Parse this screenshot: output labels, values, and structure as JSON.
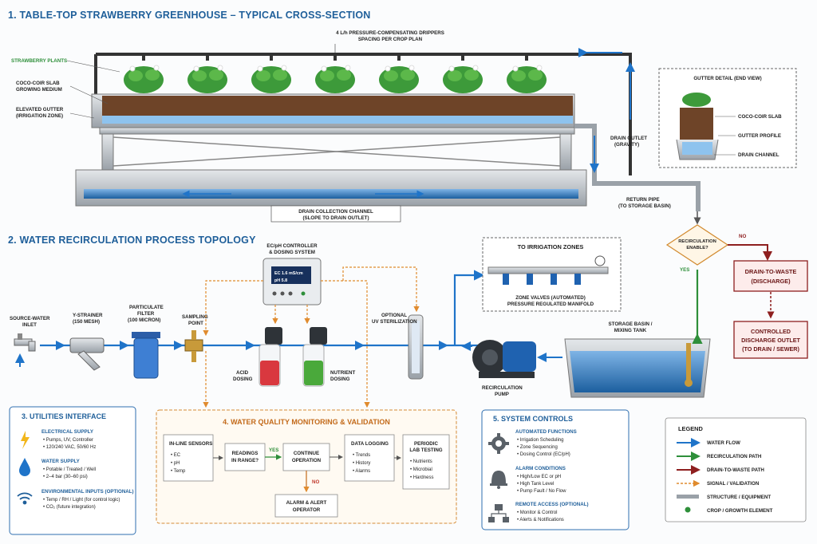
{
  "section1": {
    "title": "1. TABLE-TOP STRAWBERRY GREENHOUSE – TYPICAL CROSS-SECTION",
    "drippers_line1": "4 L/h PRESSURE-COMPENSATING DRIPPERS",
    "drippers_line2": "SPACING PER CROP PLAN",
    "strawberry_plants": "STRAWBERRY PLANTS",
    "coco_line1": "COCO-COIR SLAB",
    "coco_line2": "GROWING MEDIUM",
    "gutter_line1": "ELEVATED GUTTER",
    "gutter_line2": "(IRRIGATION ZONE)",
    "drain_channel_line1": "DRAIN COLLECTION CHANNEL",
    "drain_channel_line2": "(SLOPE TO DRAIN OUTLET)",
    "drain_outlet_line1": "DRAIN OUTLET",
    "drain_outlet_line2": "(GRAVITY)",
    "return_line1": "RETURN PIPE",
    "return_line2": "(TO STORAGE BASIN)",
    "gutter_detail": {
      "title": "GUTTER DETAIL (END VIEW)",
      "coco": "COCO-COIR SLAB",
      "profile": "GUTTER PROFILE",
      "channel": "DRAIN CHANNEL"
    }
  },
  "section2": {
    "title": "2. WATER RECIRCULATION PROCESS TOPOLOGY",
    "source_line1": "SOURCE-WATER",
    "source_line2": "INLET",
    "ystrainer_line1": "Y-STRAINER",
    "ystrainer_line2": "(150 MESH)",
    "filter_line1": "PARTICULATE",
    "filter_line2": "FILTER",
    "filter_line3": "(100 MICRON)",
    "sampling_line1": "SAMPLING",
    "sampling_line2": "POINT",
    "controller_line1": "EC/pH CONTROLLER",
    "controller_line2": "& DOSING SYSTEM",
    "display_ec": "EC  1.6 mS/cm",
    "display_ph": "pH  5.8",
    "acid_line1": "ACID",
    "acid_line2": "DOSING",
    "nutrient_line1": "NUTRIENT",
    "nutrient_line2": "DOSING",
    "uv_line1": "OPTIONAL",
    "uv_line2": "UV STERILIZATION",
    "pump_line1": "RECIRCULATION",
    "pump_line2": "PUMP",
    "basin_line1": "STORAGE BASIN /",
    "basin_line2": "MIXING TANK",
    "zones_title": "TO IRRIGATION ZONES",
    "zones_line1": "ZONE VALVES (AUTOMATED)",
    "zones_line2": "PRESSURE REGULATED MANIFOLD",
    "decision_line1": "RECIRCULATION",
    "decision_line2": "ENABLE?",
    "no": "NO",
    "yes": "YES",
    "drain_waste_line1": "DRAIN-TO-WASTE",
    "drain_waste_line2": "(DISCHARGE)",
    "controlled_line1": "CONTROLLED",
    "controlled_line2": "DISCHARGE OUTLET",
    "controlled_line3": "(TO DRAIN / SEWER)"
  },
  "utilities": {
    "title": "3. UTILITIES INTERFACE",
    "electrical_title": "ELECTRICAL SUPPLY",
    "electrical_items": [
      "• Pumps, UV, Controller",
      "• 120/240 VAC, 50/60 Hz"
    ],
    "water_title": "WATER SUPPLY",
    "water_items": [
      "• Potable / Treated / Well",
      "• 2–4 bar (30–60 psi)"
    ],
    "env_title": "ENVIRONMENTAL INPUTS (OPTIONAL)",
    "env_items": [
      "• Temp / RH / Light (for control logic)",
      "• CO₂ (future integration)"
    ]
  },
  "monitoring": {
    "title": "4. WATER QUALITY MONITORING & VALIDATION",
    "sensors_title": "IN-LINE SENSORS",
    "sensors_items": [
      "• EC",
      "• pH",
      "• Temp"
    ],
    "readings_line1": "READINGS",
    "readings_line2": "IN RANGE?",
    "yes": "YES",
    "no": "NO",
    "continue_line1": "CONTINUE",
    "continue_line2": "OPERATION",
    "logging_title": "DATA LOGGING",
    "logging_items": [
      "• Trends",
      "• History",
      "• Alarms"
    ],
    "lab_line1": "PERIODIC",
    "lab_line2": "LAB TESTING",
    "lab_items": [
      "• Nutrients",
      "• Microbial",
      "• Hardness"
    ],
    "alarm_line1": "ALARM & ALERT",
    "alarm_line2": "OPERATOR"
  },
  "controls": {
    "title": "5. SYSTEM CONTROLS",
    "auto_title": "AUTOMATED FUNCTIONS",
    "auto_items": [
      "• Irrigation Scheduling",
      "• Zone Sequencing",
      "• Dosing Control (EC/pH)"
    ],
    "alarm_title": "ALARM CONDITIONS",
    "alarm_items": [
      "• High/Low EC or pH",
      "• High Tank Level",
      "• Pump Fault / No Flow"
    ],
    "remote_title": "REMOTE ACCESS (OPTIONAL)",
    "remote_items": [
      "• Monitor & Control",
      "• Alerts & Notifications"
    ]
  },
  "legend": {
    "title": "LEGEND",
    "items": [
      "WATER FLOW",
      "RECIRCULATION PATH",
      "DRAIN-TO-WASTE PATH",
      "SIGNAL / VALIDATION",
      "STRUCTURE / EQUIPMENT",
      "CROP / GROWTH ELEMENT"
    ]
  },
  "colors": {
    "water": "#1f74c9",
    "recirculation": "#2e8f3a",
    "waste": "#8e1f1f",
    "signal": "#e08b2e",
    "title_blue": "#1f5f9a"
  }
}
